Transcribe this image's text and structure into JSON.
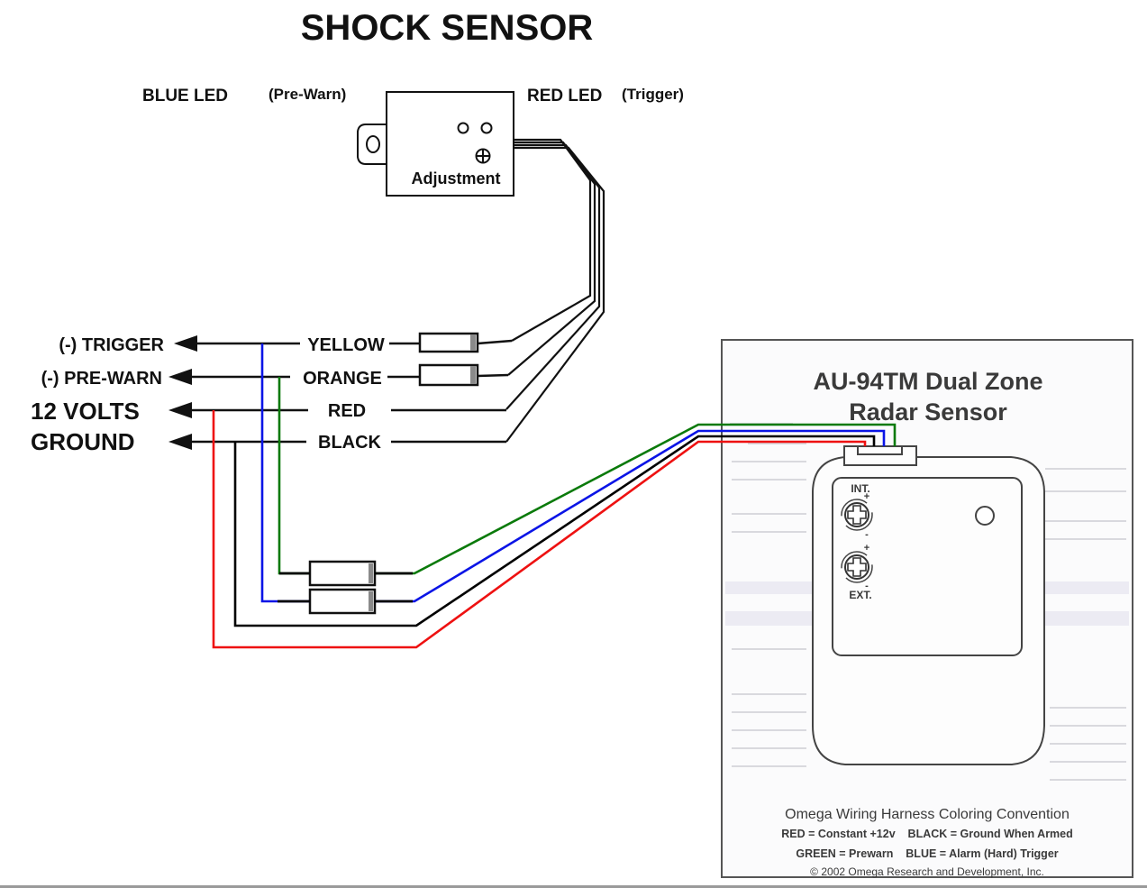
{
  "title": "SHOCK SENSOR",
  "shock_sensor": {
    "blue_led_label": "BLUE LED",
    "blue_led_note": "(Pre-Warn)",
    "red_led_label": "RED LED",
    "red_led_note": "(Trigger)",
    "adjustment_label": "Adjustment"
  },
  "outputs": [
    {
      "function": "(-) TRIGGER",
      "wire": "YELLOW",
      "diode": true
    },
    {
      "function": "(-) PRE-WARN",
      "wire": "ORANGE",
      "diode": true
    },
    {
      "function": "12 VOLTS",
      "wire": "RED",
      "diode": false
    },
    {
      "function": "GROUND",
      "wire": "BLACK",
      "diode": false
    }
  ],
  "radar_sensor": {
    "title_line1": "AU-94TM Dual Zone",
    "title_line2": "Radar Sensor",
    "int_label": "INT.",
    "ext_label": "EXT.",
    "plus": "+",
    "minus": "-",
    "convention_title": "Omega Wiring Harness Coloring Convention",
    "convention_line1": "RED = Constant +12v    BLACK = Ground When Armed",
    "convention_line2": "GREEN = Prewarn    BLUE = Alarm (Hard) Trigger",
    "copyright": "© 2002 Omega Research and Development, Inc."
  },
  "harness_wires": [
    {
      "name": "green",
      "color": "#0a7a0a",
      "role": "Prewarn"
    },
    {
      "name": "blue",
      "color": "#0a14e6",
      "role": "Alarm (Hard) Trigger"
    },
    {
      "name": "black",
      "color": "#000000",
      "role": "Ground When Armed"
    },
    {
      "name": "red",
      "color": "#ee1111",
      "role": "Constant +12v"
    }
  ],
  "colors": {
    "diode_band": "#8a8a8a",
    "card_border": "#555555",
    "card_text": "#3a3a3a"
  }
}
